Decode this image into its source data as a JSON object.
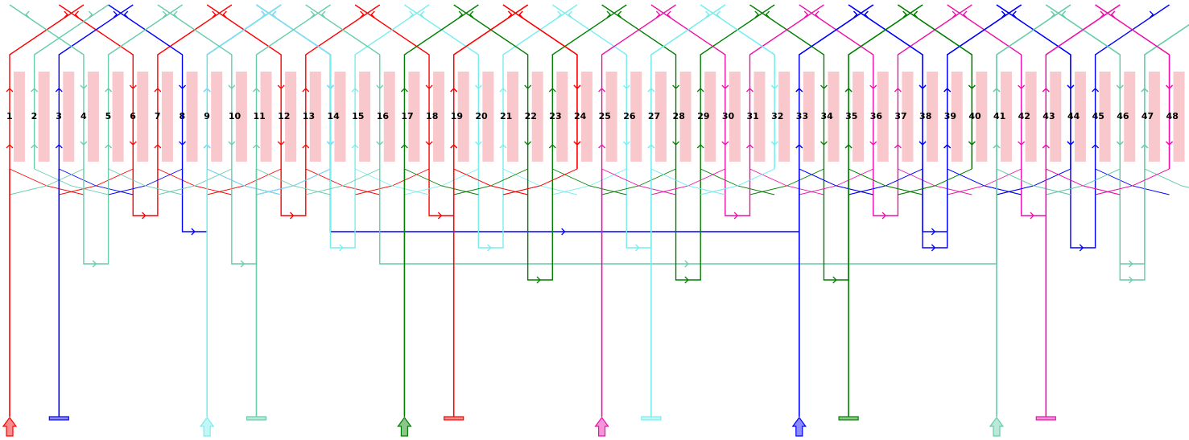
{
  "slots": {
    "count": 48,
    "labels": [
      "1",
      "2",
      "3",
      "4",
      "5",
      "6",
      "7",
      "8",
      "9",
      "10",
      "11",
      "12",
      "13",
      "14",
      "15",
      "16",
      "17",
      "18",
      "19",
      "20",
      "21",
      "22",
      "23",
      "24",
      "25",
      "26",
      "27",
      "28",
      "29",
      "30",
      "31",
      "32",
      "33",
      "34",
      "35",
      "36",
      "37",
      "38",
      "39",
      "40",
      "41",
      "42",
      "43",
      "44",
      "45",
      "46",
      "47",
      "48"
    ],
    "fill": "#f9c8cc"
  },
  "coil_pitch_slots": 6,
  "phases": [
    {
      "name_color": "red",
      "color": "#ff0000",
      "terminal_type": "in",
      "terminal_slot": 1,
      "slots": [
        1,
        6,
        7,
        12,
        13,
        18,
        19,
        24
      ]
    },
    {
      "name_color": "blue",
      "color": "#0000ff",
      "terminal_type": "end",
      "terminal_slot": 3,
      "slots": [
        3,
        8,
        9,
        14,
        33,
        38,
        39,
        44
      ]
    },
    {
      "name_color": "cyan",
      "color": "#77eeee",
      "terminal_type": "in",
      "terminal_slot": 9,
      "slots": [
        9,
        14,
        15,
        20,
        21,
        26,
        27,
        32
      ]
    },
    {
      "name_color": "aquamarine",
      "color": "#66ccaa",
      "terminal_type": "end",
      "terminal_slot": 11,
      "slots": [
        2,
        4,
        5,
        10,
        11,
        16,
        41,
        46,
        47
      ]
    },
    {
      "name_color": "green",
      "color": "#008000",
      "terminal_type": "in",
      "terminal_slot": 17,
      "slots": [
        17,
        22,
        23,
        28,
        29,
        34,
        35,
        40
      ]
    },
    {
      "name_color": "red",
      "color": "#ff0000",
      "terminal_type": "end",
      "terminal_slot": 19,
      "slots": [
        19,
        24
      ]
    },
    {
      "name_color": "magenta",
      "color": "#ee11aa",
      "terminal_type": "in",
      "terminal_slot": 25,
      "slots": [
        25,
        30,
        31,
        36,
        37,
        42,
        43,
        48
      ]
    },
    {
      "name_color": "cyan",
      "color": "#77eeee",
      "terminal_type": "end",
      "terminal_slot": 27,
      "slots": [
        27,
        32
      ]
    },
    {
      "name_color": "blue",
      "color": "#0000ff",
      "terminal_type": "in",
      "terminal_slot": 33,
      "slots": [
        33,
        38,
        39,
        44,
        45
      ]
    },
    {
      "name_color": "green",
      "color": "#008000",
      "terminal_type": "end",
      "terminal_slot": 35,
      "slots": [
        35,
        40
      ]
    },
    {
      "name_color": "aquamarine",
      "color": "#66ccaa",
      "terminal_type": "in",
      "terminal_slot": 41,
      "slots": [
        41,
        46,
        47
      ]
    },
    {
      "name_color": "magenta",
      "color": "#ee11aa",
      "terminal_type": "end",
      "terminal_slot": 43,
      "slots": [
        43,
        48
      ]
    }
  ]
}
